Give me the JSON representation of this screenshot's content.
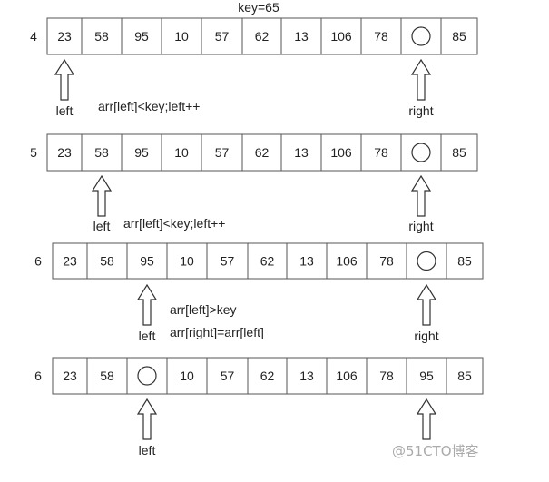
{
  "title": "key=65",
  "watermark": "@51CTO博客",
  "rows": [
    {
      "step": "4",
      "cells": [
        "23",
        "58",
        "95",
        "10",
        "57",
        "62",
        "13",
        "106",
        "78",
        "",
        "85"
      ],
      "hole_index": 9,
      "pointers": [
        {
          "role": "left",
          "label": "left",
          "cell": 0
        },
        {
          "role": "right",
          "label": "right",
          "cell": 9
        }
      ],
      "notes": [
        "arr[left]<key;left++"
      ]
    },
    {
      "step": "5",
      "cells": [
        "23",
        "58",
        "95",
        "10",
        "57",
        "62",
        "13",
        "106",
        "78",
        "",
        "85"
      ],
      "hole_index": 9,
      "pointers": [
        {
          "role": "left",
          "label": "left",
          "cell": 1
        },
        {
          "role": "right",
          "label": "right",
          "cell": 9
        }
      ],
      "notes": [
        "arr[left]<key;left++"
      ]
    },
    {
      "step": "6",
      "cells": [
        "23",
        "58",
        "95",
        "10",
        "57",
        "62",
        "13",
        "106",
        "78",
        "",
        "85"
      ],
      "hole_index": 9,
      "pointers": [
        {
          "role": "left",
          "label": "left",
          "cell": 2
        },
        {
          "role": "right",
          "label": "right",
          "cell": 9
        }
      ],
      "notes": [
        "arr[left]>key",
        "arr[right]=arr[left]"
      ]
    },
    {
      "step": "6",
      "cells": [
        "23",
        "58",
        "",
        "10",
        "57",
        "62",
        "13",
        "106",
        "78",
        "95",
        "85"
      ],
      "hole_index": 2,
      "pointers": [
        {
          "role": "left",
          "label": "left",
          "cell": 2
        },
        {
          "role": "right",
          "label": "",
          "cell": 9
        }
      ],
      "notes": []
    }
  ]
}
